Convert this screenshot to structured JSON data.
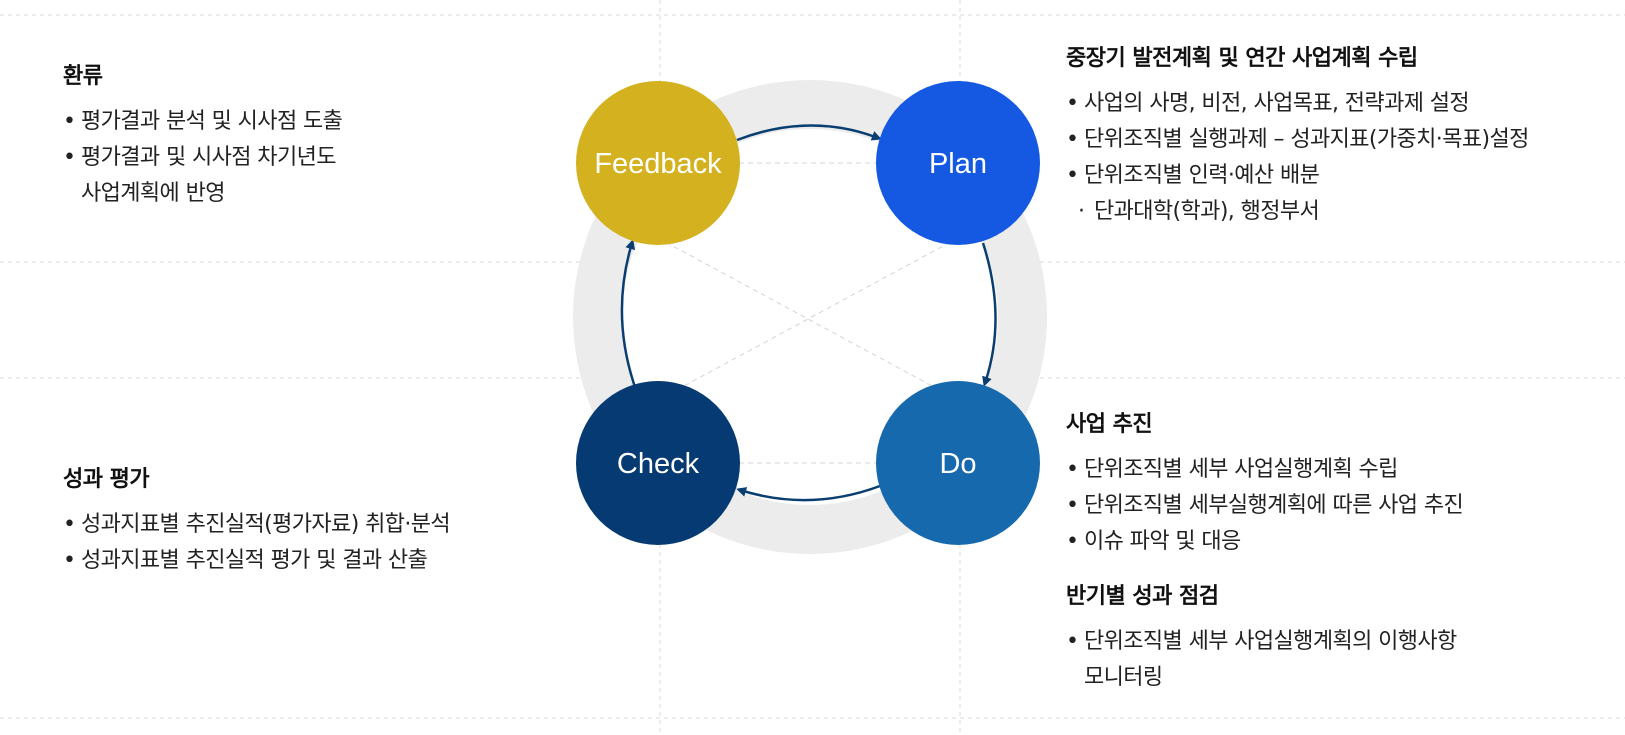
{
  "cycle": {
    "feedback": {
      "label": "Feedback",
      "color": "#D4B11F"
    },
    "plan": {
      "label": "Plan",
      "color": "#1559E3"
    },
    "do": {
      "label": "Do",
      "color": "#1769AE"
    },
    "check": {
      "label": "Check",
      "color": "#053B72"
    },
    "ring_color": "#ECECEC",
    "arrow_color": "#0A3E70"
  },
  "blocks": {
    "feedback": {
      "title": "환류",
      "items": [
        "평가결과 분석 및 시사점 도출",
        "평가결과 및 시사점 차기년도",
        "사업계획에 반영"
      ]
    },
    "plan": {
      "title": "중장기 발전계획 및 연간 사업계획 수립",
      "items": [
        "사업의 사명, 비전, 사업목표, 전략과제 설정",
        "단위조직별 실행과제 – 성과지표(가중치·목표)설정",
        "단위조직별 인력·예산 배분",
        "단과대학(학과), 행정부서"
      ]
    },
    "check": {
      "title": "성과 평가",
      "items": [
        "성과지표별 추진실적(평가자료) 취합·분석",
        "성과지표별 추진실적 평가 및 결과 산출"
      ]
    },
    "do": {
      "title": "사업 추진",
      "items": [
        "단위조직별 세부 사업실행계획 수립",
        "단위조직별 세부실행계획에 따른 사업 추진",
        "이슈 파악 및 대응"
      ]
    },
    "review": {
      "title": "반기별 성과 점검",
      "items": [
        "단위조직별 세부 사업실행계획의 이행사항",
        "모니터링"
      ]
    }
  }
}
